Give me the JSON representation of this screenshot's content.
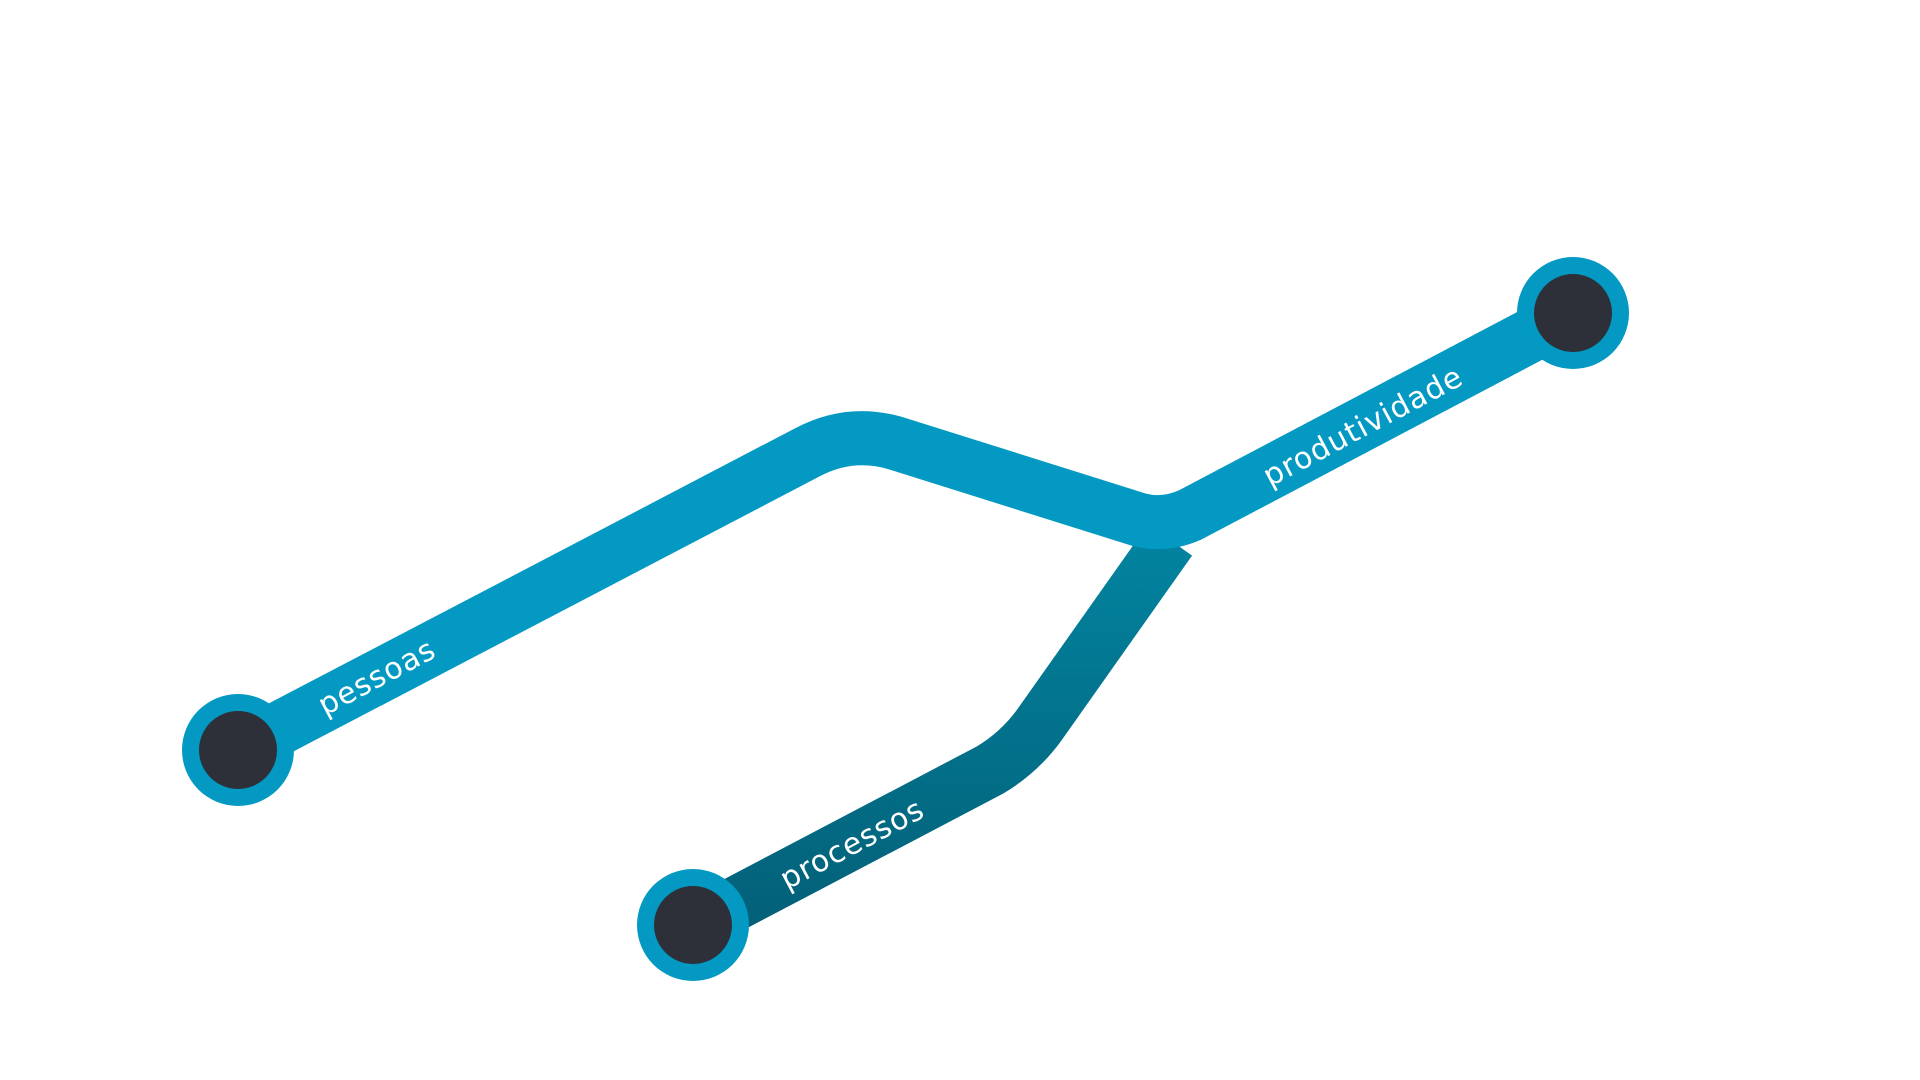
{
  "colors": {
    "background": "#ffffff",
    "main_path": "#0399c3",
    "branch_gradient_top": "#02839f",
    "branch_gradient_bottom": "#036078",
    "node_ring": "#0399c3",
    "node_core": "#2d3038",
    "label_text": "#ffffff"
  },
  "paths": {
    "pessoas": {
      "label": "pessoas"
    },
    "processos": {
      "label": "processos"
    },
    "produtividade": {
      "label": "produtividade"
    }
  },
  "nodes": [
    {
      "name": "pessoas-node"
    },
    {
      "name": "processos-node"
    },
    {
      "name": "produtividade-node"
    }
  ]
}
